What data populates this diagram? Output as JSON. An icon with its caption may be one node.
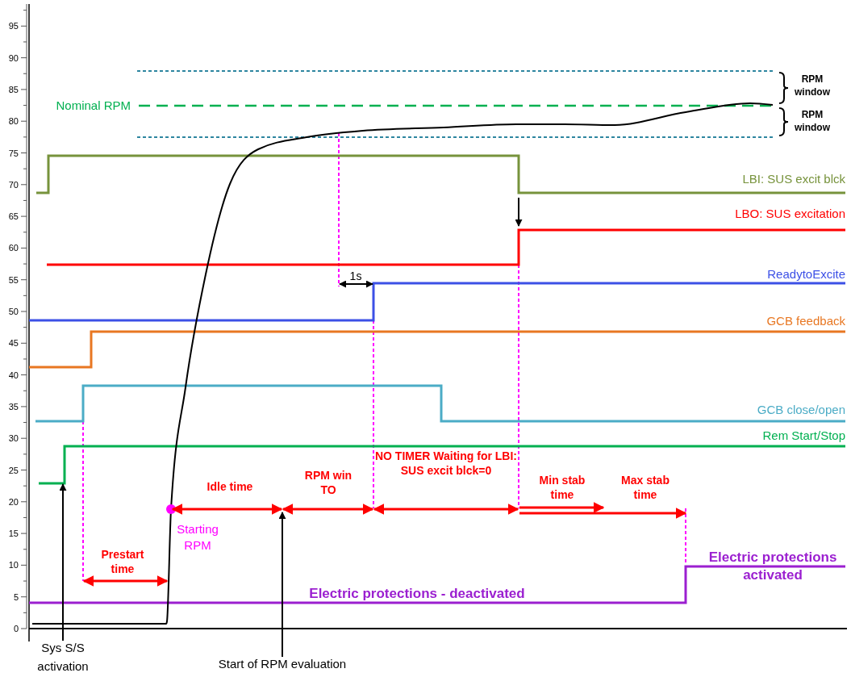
{
  "diagram": {
    "nodes": [
      {
        "text": [
          "Sys S/S activation"
        ]
      },
      {
        "text": [
          "Start of RPM evaluation"
        ]
      }
    ],
    "edges": [
      {
        "from": 0,
        "to": null,
        "arrow": "to"
      },
      {
        "from": 1,
        "to": null,
        "arrow": "to"
      }
    ],
    "labels": [
      "95",
      "90",
      "85",
      "80",
      "75",
      "70",
      "65",
      "60",
      "55",
      "50",
      "45",
      "40",
      "35",
      "30",
      "25",
      "20",
      "15",
      "10",
      "5",
      "0",
      "Nominal RPM",
      "RPM window",
      "RPM window",
      "LBI: SUS excit blck",
      "LBO: SUS excitation",
      "1s",
      "ReadytoExcite",
      "GCB feedback",
      "GCB close/open",
      "Rem Start/Stop",
      "NO TIMER Waiting for LBI: SUS excit blck=0",
      "Min stab time",
      "Max stab time",
      "Idle time",
      "RPM win TO",
      "Starting RPM",
      "Prestart time",
      "Electric protections activated",
      "Electric protections - deactivated"
    ]
  }
}
